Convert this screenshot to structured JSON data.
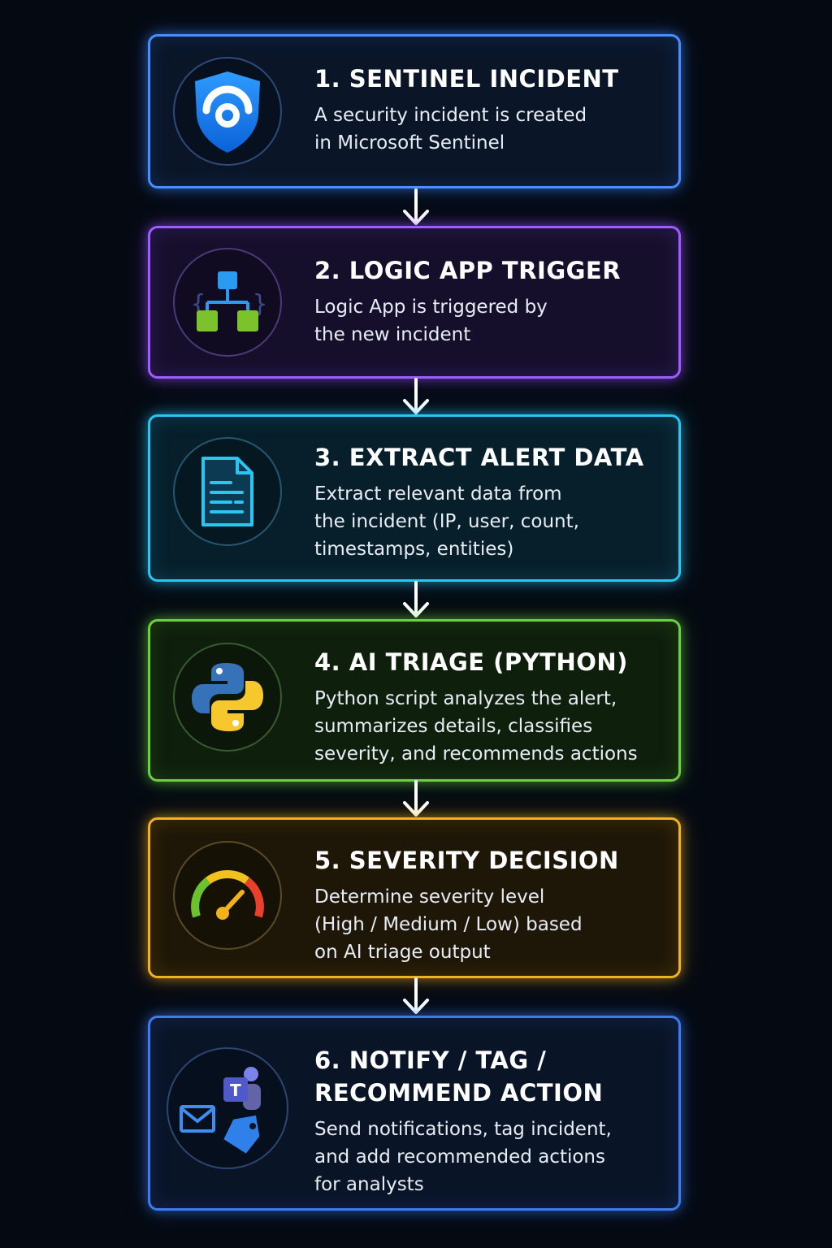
{
  "steps": [
    {
      "title": "1. SENTINEL INCIDENT",
      "description": [
        "A security incident is created",
        "in Microsoft Sentinel"
      ],
      "icon": "shield-icon",
      "accent": "#4a8dff"
    },
    {
      "title": "2. LOGIC APP TRIGGER",
      "description": [
        "Logic App is triggered by",
        "the new incident"
      ],
      "icon": "workflow-icon",
      "accent": "#a05cff"
    },
    {
      "title": "3. EXTRACT ALERT DATA",
      "description": [
        "Extract relevant data from",
        "the incident (IP, user, count,",
        "timestamps, entities)"
      ],
      "icon": "document-icon",
      "accent": "#29c6f2"
    },
    {
      "title": "4. AI TRIAGE (PYTHON)",
      "description": [
        "Python script analyzes the alert,",
        "summarizes details, classifies",
        "severity, and recommends actions"
      ],
      "icon": "python-icon",
      "accent": "#6cd13a"
    },
    {
      "title": "5. SEVERITY DECISION",
      "description": [
        "Determine severity level",
        "(High / Medium / Low) based",
        "on AI triage output"
      ],
      "icon": "gauge-icon",
      "accent": "#f2b21c"
    },
    {
      "title_lines": [
        "6. NOTIFY / TAG /",
        "RECOMMEND ACTION"
      ],
      "description": [
        "Send notifications, tag incident,",
        "and add recommended actions",
        "for analysts"
      ],
      "icon": "notify-icons",
      "accent": "#3d7cf0"
    }
  ]
}
